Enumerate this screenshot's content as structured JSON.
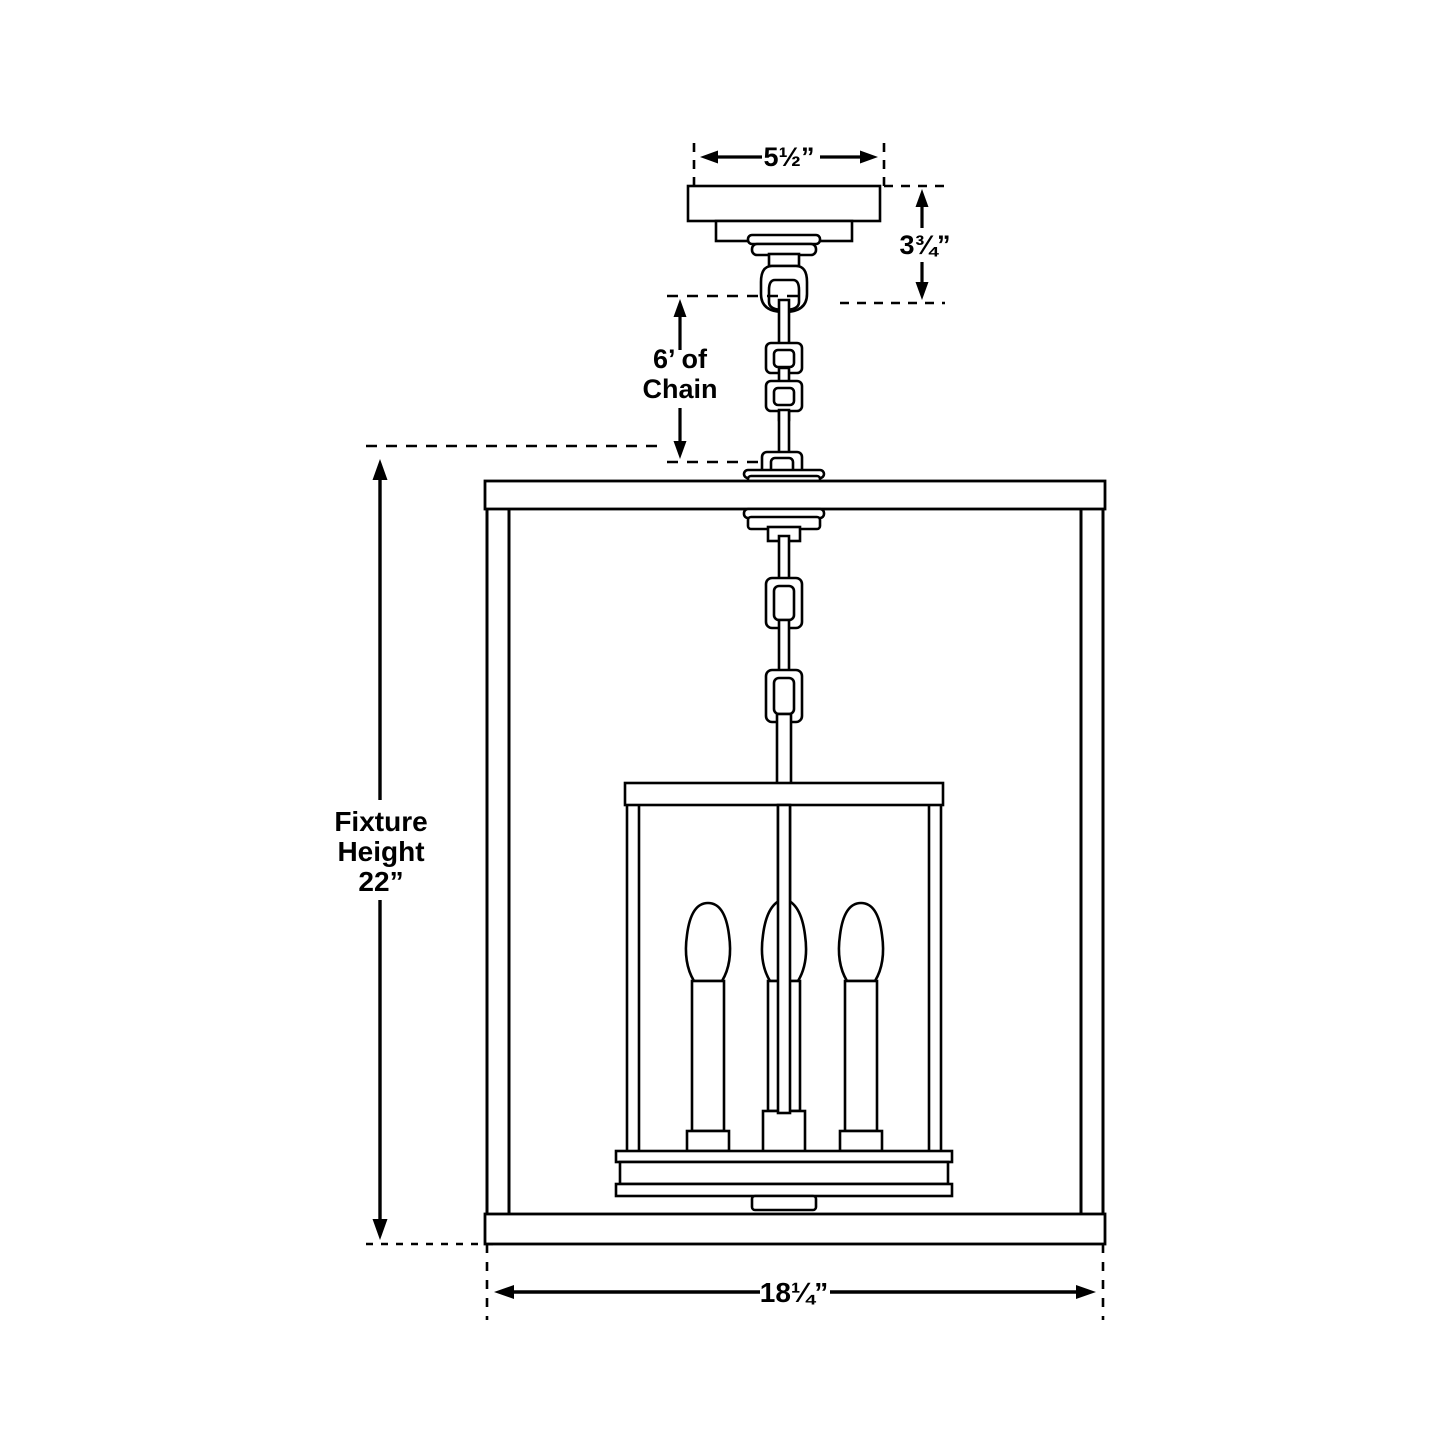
{
  "drawing": {
    "title": "Lantern Pendant Fixture Dimension Drawing",
    "line_color": "#000000",
    "background_color": "#ffffff",
    "fill_color": "#ffffff"
  },
  "dimensions": {
    "canopy_width": "5½”",
    "canopy_height": "3¾”",
    "chain_length_line1": "6’ of",
    "chain_length_line2": "Chain",
    "fixture_height_line1": "Fixture",
    "fixture_height_line2": "Height",
    "fixture_height_line3": "22”",
    "fixture_width": "18¼”"
  },
  "parts": {
    "canopy": "ceiling-canopy",
    "loop": "hanging-loop",
    "chain": "decorative-chain",
    "outer_frame": "outer-lantern-frame",
    "inner_cage": "inner-candle-cage",
    "candles": "candle-bulbs",
    "base_plate": "bottom-base-plate",
    "finial": "bottom-finial"
  }
}
